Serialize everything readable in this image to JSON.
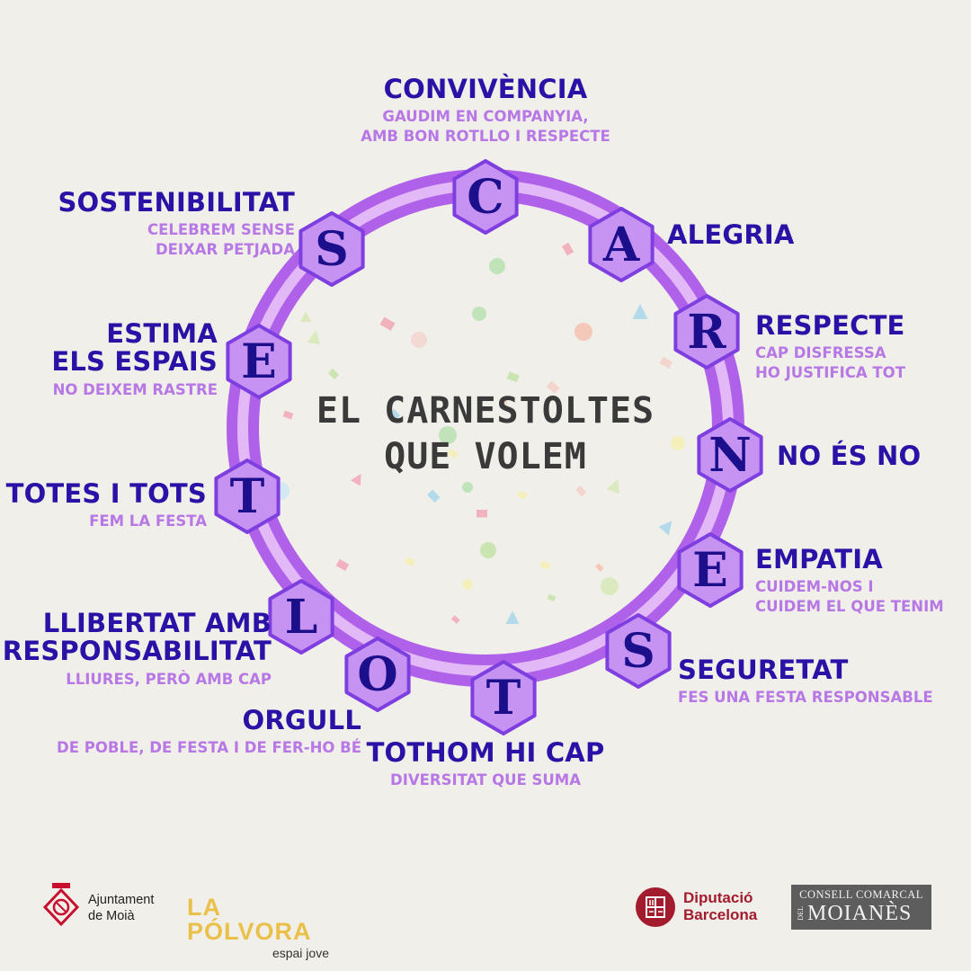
{
  "title": {
    "line1": "EL CARNESTOLTES",
    "line2": "QUE VOLEM"
  },
  "colors": {
    "background": "#f1efe9",
    "ring_outer": "#b061ea",
    "ring_inner": "#e3b8f6",
    "hexagon_fill": "#c793f2",
    "hexagon_stroke": "#7f3fe0",
    "letter": "#1c0f8c",
    "heading": "#2a12a6",
    "subtext": "#b778e6"
  },
  "values": [
    {
      "letter": "C",
      "title": "CONVIVÈNCIA",
      "subtitle": [
        "GAUDIM EN COMPANYIA,",
        "AMB BON ROTLLO I RESPECTE"
      ]
    },
    {
      "letter": "A",
      "title": "ALEGRIA",
      "subtitle": []
    },
    {
      "letter": "R",
      "title": "RESPECTE",
      "subtitle": [
        "CAP DISFRESSA",
        "HO JUSTIFICA TOT"
      ]
    },
    {
      "letter": "N",
      "title": "NO ÉS NO",
      "subtitle": []
    },
    {
      "letter": "E",
      "title": "EMPATIA",
      "subtitle": [
        "CUIDEM-NOS I",
        "CUIDEM EL QUE TENIM"
      ]
    },
    {
      "letter": "S",
      "title": "SEGURETAT",
      "subtitle": [
        "FES UNA FESTA RESPONSABLE"
      ]
    },
    {
      "letter": "T",
      "title": "TOTHOM HI CAP",
      "subtitle": [
        "DIVERSITAT QUE SUMA"
      ]
    },
    {
      "letter": "O",
      "title": "ORGULL",
      "subtitle": [
        "DE POBLE, DE FESTA I DE FER-HO BÉ"
      ]
    },
    {
      "letter": "L",
      "title": "LLIBERTAT AMB RESPONSABILITAT",
      "title_lines": [
        "LLIBERTAT AMB",
        "RESPONSABILITAT"
      ],
      "subtitle": [
        "LLIURES, PERÒ AMB CAP"
      ]
    },
    {
      "letter": "T",
      "title": "TOTES I TOTS",
      "subtitle": [
        "FEM LA FESTA"
      ]
    },
    {
      "letter": "E",
      "title": "ESTIMA ELS ESPAIS",
      "title_lines": [
        "ESTIMA",
        "ELS ESPAIS"
      ],
      "subtitle": [
        "NO DEIXEM RASTRE"
      ]
    },
    {
      "letter": "S",
      "title": "SOSTENIBILITAT",
      "subtitle": [
        "CELEBREM SENSE",
        "DEIXAR PETJADA"
      ]
    }
  ],
  "logos": {
    "ajuntament": {
      "line1": "Ajuntament",
      "line2": "de Moià",
      "icon": "moia-coat-of-arms-icon"
    },
    "polvora": {
      "line1": "LA PÓLVORA",
      "line2": "espai jove"
    },
    "diputacio": {
      "line1": "Diputació",
      "line2": "Barcelona",
      "icon": "diputacio-shield-icon"
    },
    "consell": {
      "line1": "CONSELL COMARCAL",
      "line2": "MOIANÈS",
      "prefix": "DEL"
    }
  }
}
